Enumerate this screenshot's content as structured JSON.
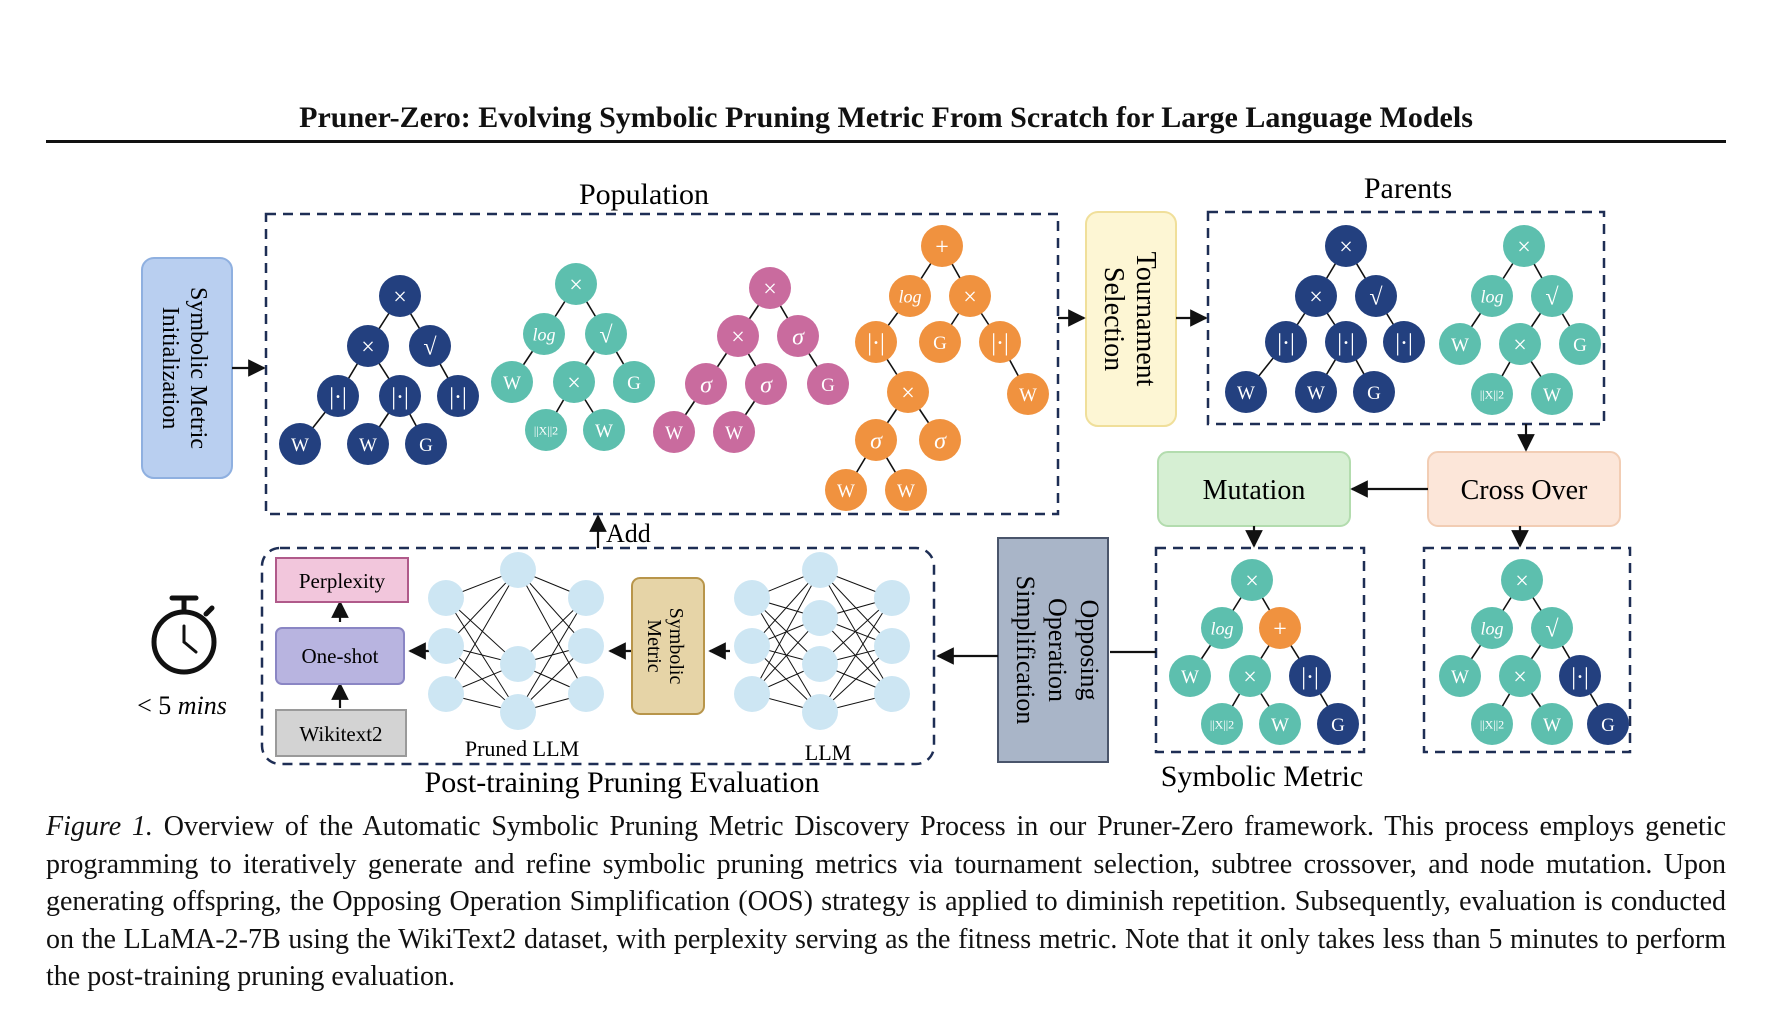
{
  "paper": {
    "running_title": "Pruner-Zero: Evolving Symbolic Pruning Metric From Scratch for Large Language Models"
  },
  "figure": {
    "population_label": "Population",
    "parents_label": "Parents",
    "symbolic_init_line1": "Symbolic Metric",
    "symbolic_init_line2": "Initialization",
    "tournament_line1": "Tournament",
    "tournament_line2": "Selection",
    "mutation_label": "Mutation",
    "crossover_label": "Cross Over",
    "oos_line1": "Opposing",
    "oos_line2": "Operation",
    "oos_line3": "Simplification",
    "symbolic_metric_label": "Symbolic Metric",
    "add_label": "Add",
    "perplexity_label": "Perplexity",
    "oneshot_label": "One-shot",
    "wikitext_label": "Wikitext2",
    "pruned_llm_label": "Pruned LLM",
    "llm_label": "LLM",
    "metric_box_line1": "Symbolic",
    "metric_box_line2": "Metric",
    "post_training_label": "Post-training Pruning Evaluation",
    "time_prefix": "< 5 ",
    "time_unit": "mins",
    "colors": {
      "navy": "#23407f",
      "teal": "#5dbfae",
      "pink": "#c96b9e",
      "orange": "#f0923f",
      "neuron": "#cde6f3",
      "dashed_border": "#1e2e55"
    },
    "node_symbols": {
      "mul": "×",
      "add": "+",
      "sqrt": "√",
      "abs": "|·|",
      "sigma": "σ",
      "log": "log",
      "w": "W",
      "g": "G",
      "norm": "||X||2"
    }
  },
  "caption": {
    "label": "Figure 1.",
    "text": "Overview of the Automatic Symbolic Pruning Metric Discovery Process in our Pruner-Zero framework. This process employs genetic programming to iteratively generate and refine symbolic pruning metrics via tournament selection, subtree crossover, and node mutation. Upon generating offspring, the Opposing Operation Simplification (OOS) strategy is applied to diminish repetition. Subsequently, evaluation is conducted on the LLaMA-2-7B using the WikiText2 dataset, with perplexity serving as the fitness metric. Note that it only takes less than 5 minutes to perform the post-training pruning evaluation."
  }
}
